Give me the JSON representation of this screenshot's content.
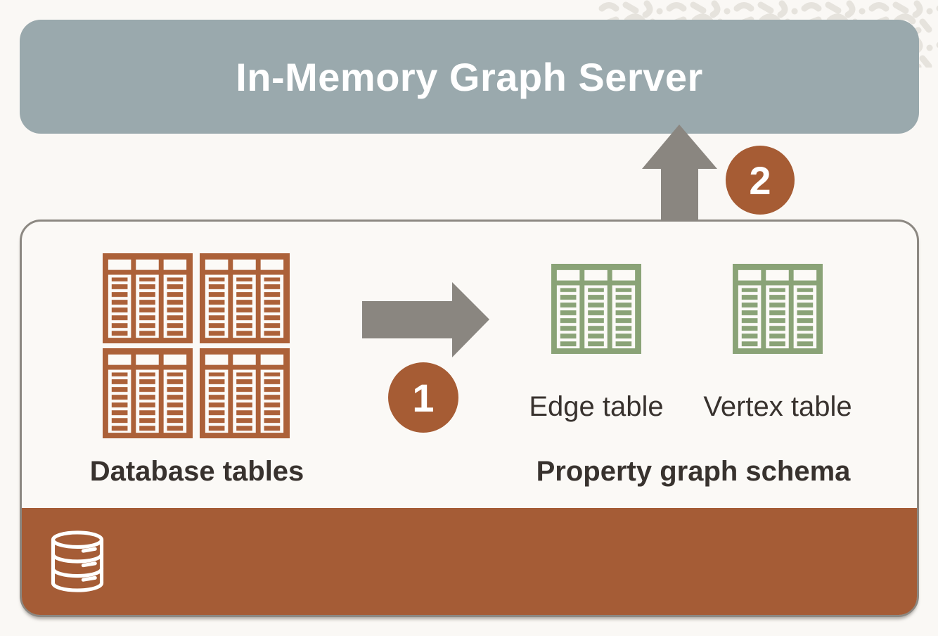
{
  "server": {
    "title": "In-Memory Graph Server"
  },
  "diagram": {
    "source": {
      "label": "Database tables",
      "table_icon_count": 4
    },
    "schema": {
      "tables": [
        {
          "label": "Edge table"
        },
        {
          "label": "Vertex table"
        }
      ],
      "group_label": "Property graph schema"
    },
    "steps": [
      {
        "number": "1"
      },
      {
        "number": "2"
      }
    ]
  },
  "icons": {
    "source_tables": "table-icon",
    "schema_tables": "table-icon",
    "storage": "database-cylinder-icon",
    "step1_flow": "right-arrow-icon",
    "step2_flow": "up-arrow-icon",
    "decoration": "squiggle-pattern"
  },
  "colors": {
    "background": "#faf8f5",
    "server_box_fill": "#9aa9ad",
    "title_text": "#ffffff",
    "content_box_fill": "#fbf9f6",
    "content_box_border": "#8c8882",
    "database_bar_fill": "#a55c36",
    "table_icon_brown": "#ac6139",
    "table_icon_green": "#8aa377",
    "arrow_gray": "#8a8680",
    "step_circle_fill": "#a65c34",
    "step_number_text": "#ffffff",
    "label_text": "#38322e",
    "pattern_stroke": "#e6e3dd"
  }
}
